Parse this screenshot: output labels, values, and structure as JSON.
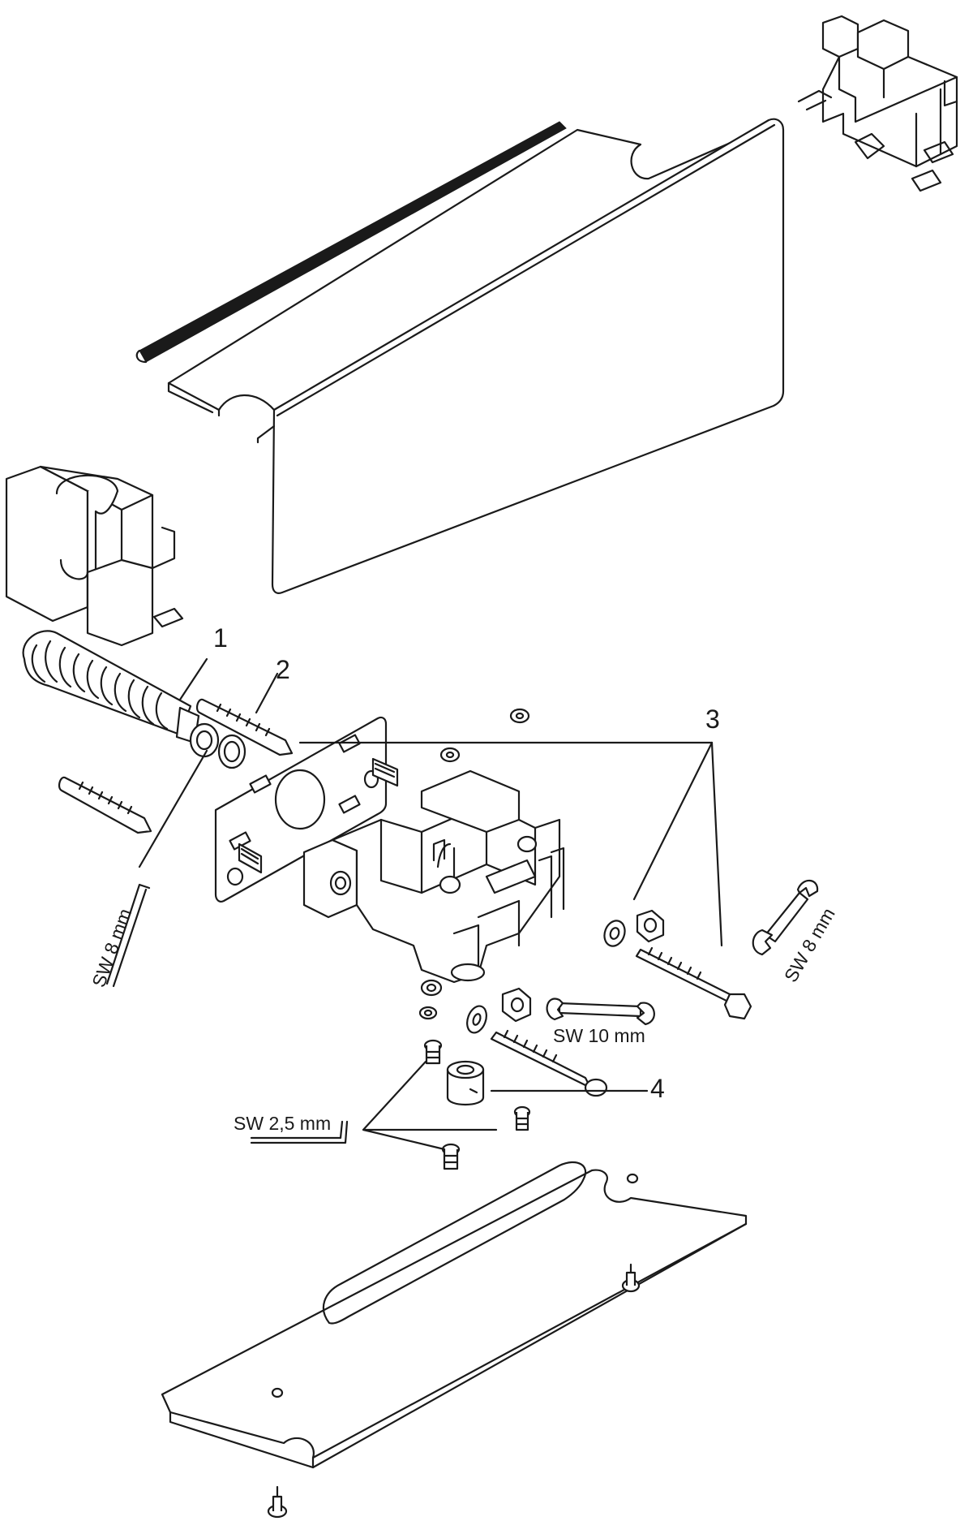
{
  "callouts": [
    "1",
    "2",
    "3",
    "4"
  ],
  "tool_labels": {
    "hex_key_large": "SW 8 mm",
    "wrench_large": "SW 8 mm",
    "wrench_medium": "SW 10 mm",
    "hex_key_small": "SW 2,5 mm"
  }
}
